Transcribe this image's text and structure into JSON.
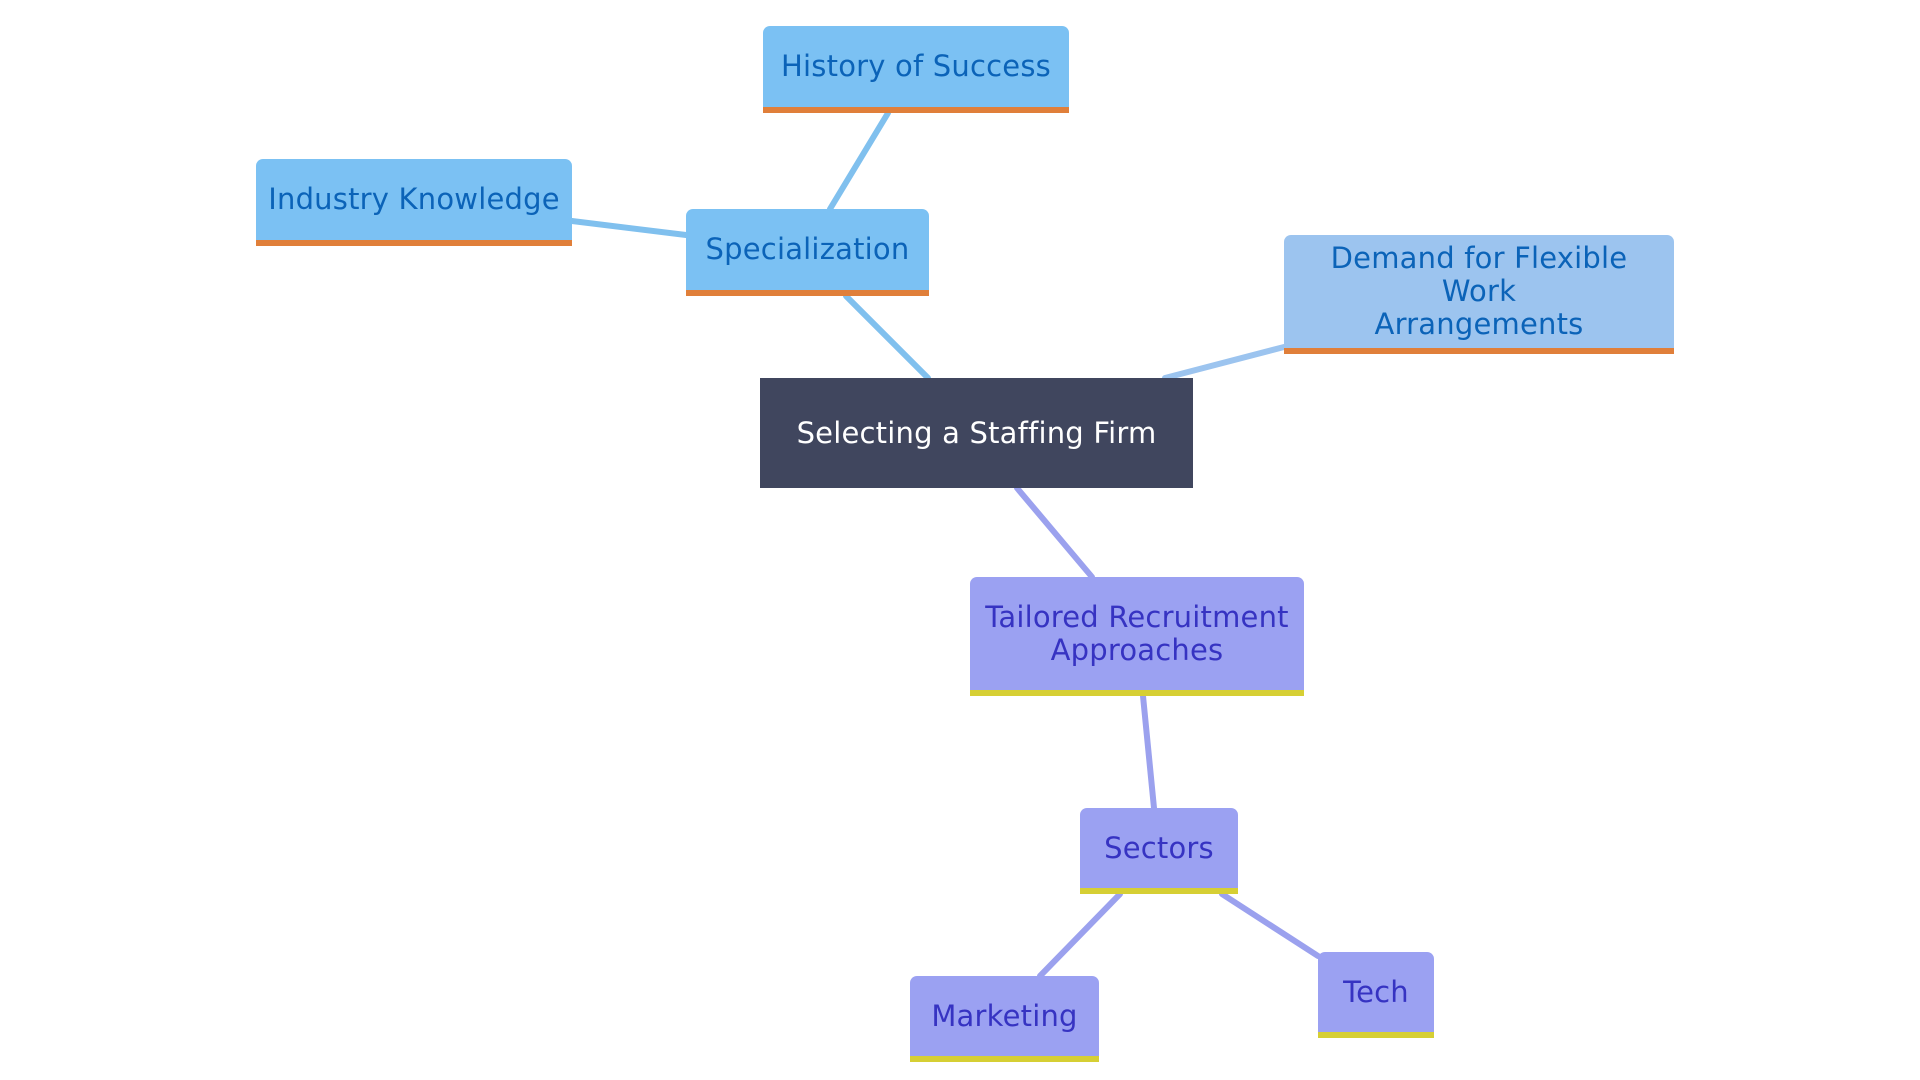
{
  "colors": {
    "background": "#ffffff",
    "root_fill": "#40465e",
    "root_text": "#ffffff",
    "blue_fill": "#7bc1f3",
    "blue_text": "#0b63b8",
    "light_blue_fill": "#9cc4ef",
    "periwinkle_fill": "#9ba1f2",
    "periwinkle_text": "#3633c2",
    "orange_border": "#e07f3a",
    "yellow_border": "#d6cf34",
    "blue_edge": "#80c0ee",
    "light_blue_edge": "#9cc4ef",
    "periwinkle_edge": "#9ba1ee"
  },
  "mindmap": {
    "nodes": [
      {
        "id": "root",
        "lines": [
          "Selecting a Staffing Firm"
        ],
        "fill": "root_fill",
        "text": "root_text",
        "border": null
      },
      {
        "id": "specialization",
        "lines": [
          "Specialization"
        ],
        "fill": "blue_fill",
        "text": "blue_text",
        "border": "orange_border"
      },
      {
        "id": "history-of-success",
        "lines": [
          "History of Success"
        ],
        "fill": "blue_fill",
        "text": "blue_text",
        "border": "orange_border"
      },
      {
        "id": "industry-knowledge",
        "lines": [
          "Industry Knowledge"
        ],
        "fill": "blue_fill",
        "text": "blue_text",
        "border": "orange_border"
      },
      {
        "id": "demand-flexible-work",
        "lines": [
          "Demand for Flexible Work",
          "Arrangements"
        ],
        "fill": "light_blue_fill",
        "text": "blue_text",
        "border": "orange_border"
      },
      {
        "id": "tailored-recruitment",
        "lines": [
          "Tailored Recruitment",
          "Approaches"
        ],
        "fill": "periwinkle_fill",
        "text": "periwinkle_text",
        "border": "yellow_border"
      },
      {
        "id": "sectors",
        "lines": [
          "Sectors"
        ],
        "fill": "periwinkle_fill",
        "text": "periwinkle_text",
        "border": "yellow_border"
      },
      {
        "id": "marketing",
        "lines": [
          "Marketing"
        ],
        "fill": "periwinkle_fill",
        "text": "periwinkle_text",
        "border": "yellow_border"
      },
      {
        "id": "tech",
        "lines": [
          "Tech"
        ],
        "fill": "periwinkle_fill",
        "text": "periwinkle_text",
        "border": "yellow_border"
      }
    ],
    "edges": [
      {
        "from": "root",
        "to": "specialization",
        "color": "blue_edge"
      },
      {
        "from": "specialization",
        "to": "history-of-success",
        "color": "blue_edge"
      },
      {
        "from": "specialization",
        "to": "industry-knowledge",
        "color": "blue_edge"
      },
      {
        "from": "root",
        "to": "demand-flexible-work",
        "color": "light_blue_edge"
      },
      {
        "from": "root",
        "to": "tailored-recruitment",
        "color": "periwinkle_edge"
      },
      {
        "from": "tailored-recruitment",
        "to": "sectors",
        "color": "periwinkle_edge"
      },
      {
        "from": "sectors",
        "to": "marketing",
        "color": "periwinkle_edge"
      },
      {
        "from": "sectors",
        "to": "tech",
        "color": "periwinkle_edge"
      }
    ]
  }
}
